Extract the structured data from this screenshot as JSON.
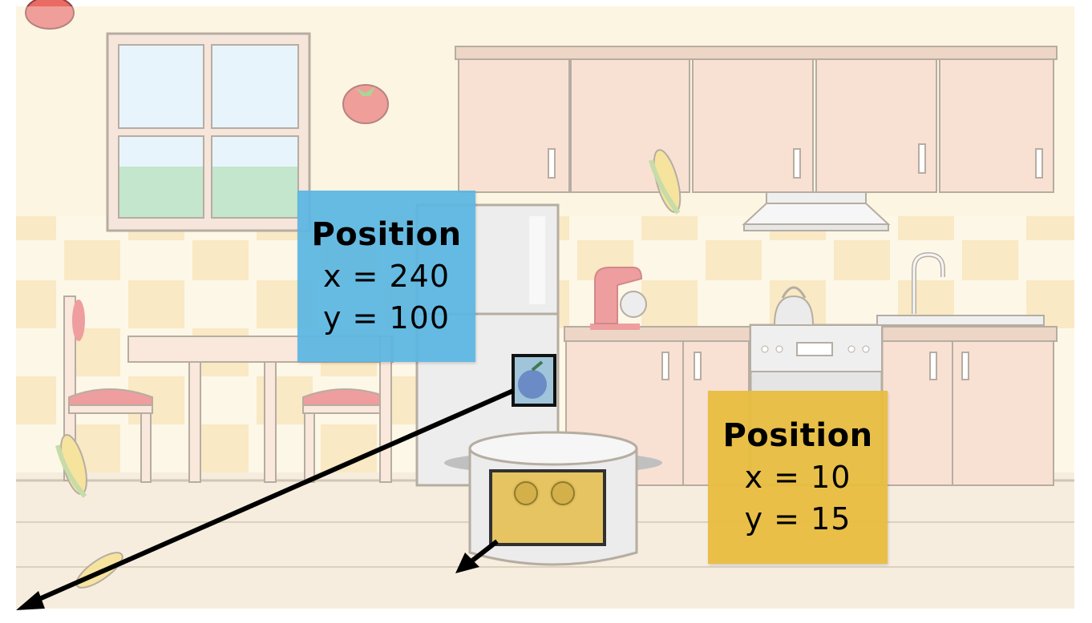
{
  "scene": {
    "description_icons": [
      "tomato-icon",
      "corn-icon",
      "apple-icon",
      "kettle-icon",
      "mixer-icon",
      "faucet-icon",
      "pot-icon"
    ],
    "colors": {
      "wall": "#FBF0D2",
      "tile_dark": "#F6DCA0",
      "cabinet": "#F4D2BC",
      "floor": "#F2E4CC",
      "blue_label": "#5AB6E2",
      "yellow_label": "#E8BD3F",
      "selection_border": "#111111",
      "arrow": "#000000"
    }
  },
  "sprite_label": {
    "title": "Position",
    "x_text": "x = 240",
    "y_text": "y = 100"
  },
  "object_label": {
    "title": "Position",
    "x_text": "x = 10",
    "y_text": "y = 15"
  }
}
